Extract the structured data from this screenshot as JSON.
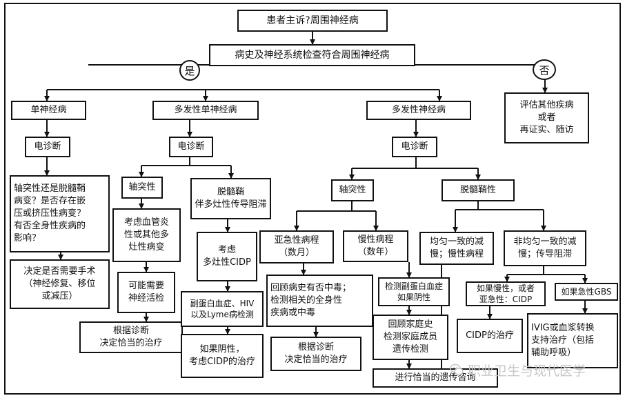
{
  "diagram": {
    "nodes": {
      "chief_complaint": "患者主诉?周围神经病",
      "history_exam": "病史及神经系统检查符合周围神经病",
      "yes": "是",
      "no": "否",
      "mononeuropathy": "单神经病",
      "multiple_mono": "多发性单神经病",
      "polyneuropathy": "多发性神经病",
      "evaluate_other": "评估其他疾病\n或者\n再证实、随访",
      "edx_1": "电诊断",
      "edx_2": "电诊断",
      "edx_3": "电诊断",
      "mono_question": "轴突性还是脱髓鞘\n病变？是否存在嵌\n压或挤压性病变？\n有否全身性疾病的\n影响？",
      "mono_surgery": "决定是否需要手术\n（神经修复、移位\n或减压）",
      "mm_axonal": "轴突性",
      "mm_demyel": "脱髓鞘\n伴多灶性传导阻滞",
      "mm_vasculitis": "考虑血管炎\n性或其他多\n灶性病变",
      "mm_biopsy": "可能需要\n神经活检",
      "mm_treat": "根据诊断\n决定恰当的治疗",
      "mm_cidp": "考虑\n多灶性CIDP",
      "mm_tests": "副蛋白血症、HIV\n以及Lyme病检测",
      "mm_negative": "如果阴性，\n考虑CIDP的治疗",
      "poly_axonal": "轴突性",
      "poly_demyel": "脱髓鞘性",
      "subacute": "亚急性病程\n（数月）",
      "chronic": "慢性病程\n（数年）",
      "toxin_review": "回顾病史有否中毒；\n检测相关的全身性\n疾病或中毒",
      "poly_treat": "根据诊断\n决定恰当的治疗",
      "paraprotein": "检测副蛋白血症\n如果阴性",
      "family_review": "回顾家庭史\n检测家庭成员\n遗传检测",
      "genetic_counsel": "进行恰当的遗传咨询",
      "uniform_slow": "均匀一致的减\n慢；慢性病程",
      "nonuniform_slow": "非均匀一致的减\n慢；传导阻滞",
      "chronic_cidp": "如果慢性，或者\n亚急性：CIDP",
      "acute_gbs": "如果急性GBS",
      "cidp_treat": "CIDP的治疗",
      "ivig": "IVIG或血浆转换\n支持治疗（包括\n辅助呼吸）"
    }
  },
  "watermark": {
    "icon": "wechat-icon",
    "text": "职业卫生与现代医学"
  },
  "colors": {
    "stroke": "#111111",
    "watermark": "#c8c8c8"
  }
}
